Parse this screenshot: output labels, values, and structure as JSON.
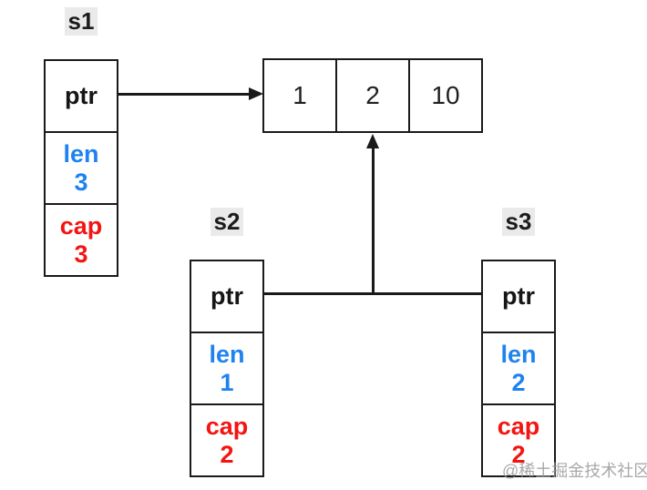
{
  "structs": {
    "s1": {
      "label": "s1",
      "ptr_label": "ptr",
      "len_label": "len",
      "len_value": "3",
      "cap_label": "cap",
      "cap_value": "3"
    },
    "s2": {
      "label": "s2",
      "ptr_label": "ptr",
      "len_label": "len",
      "len_value": "1",
      "cap_label": "cap",
      "cap_value": "2"
    },
    "s3": {
      "label": "s3",
      "ptr_label": "ptr",
      "len_label": "len",
      "len_value": "2",
      "cap_label": "cap",
      "cap_value": "2"
    }
  },
  "array": {
    "cells": [
      "1",
      "2",
      "10"
    ]
  },
  "watermark": {
    "text": "@稀土掘金技术社区"
  },
  "colors": {
    "len_text": "#1e82f0",
    "cap_text": "#f31512",
    "line": "#1a1a1a",
    "label_bg": "#eaeaea",
    "watermark": "#9a9a9a"
  }
}
